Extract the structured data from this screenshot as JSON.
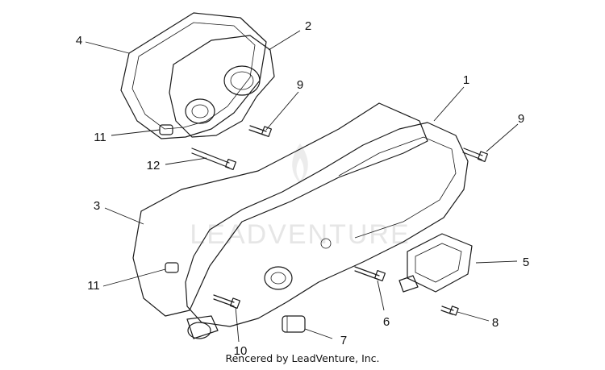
{
  "watermark": "LEADVENTURE",
  "credit": "Rencered by LeadVenture, Inc.",
  "callouts": {
    "c1": "1",
    "c2": "2",
    "c3": "3",
    "c4": "4",
    "c5": "5",
    "c6": "6",
    "c7": "7",
    "c8": "8",
    "c9a": "9",
    "c9b": "9",
    "c10": "10",
    "c11a": "11",
    "c11b": "11",
    "c12": "12"
  }
}
